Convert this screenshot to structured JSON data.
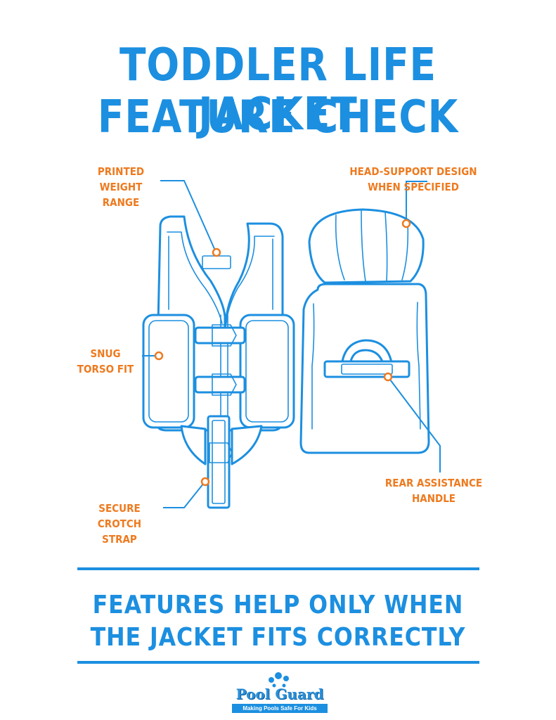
{
  "title": {
    "line1": "TODDLER LIFE JACKET",
    "line2": "FEATURE CHECK"
  },
  "callouts": {
    "weight_range": [
      "PRINTED",
      "WEIGHT RANGE"
    ],
    "head_support": [
      "HEAD-SUPPORT DESIGN",
      "WHEN SPECIFIED"
    ],
    "torso_fit": [
      "SNUG",
      "TORSO FIT"
    ],
    "crotch_strap": [
      "SECURE",
      "CROTCH STRAP"
    ],
    "rear_handle": [
      "REAR ASSISTANCE",
      "HANDLE"
    ]
  },
  "footer": {
    "line1": "FEATURES HELP ONLY WHEN",
    "line2": "THE JACKET FITS CORRECTLY"
  },
  "logo": {
    "name": "Pool Guard",
    "tagline": "Making Pools Safe For Kids"
  },
  "colors": {
    "primary_blue": "#1c8fe0",
    "accent_orange": "#ee7a1f",
    "background": "#ffffff"
  }
}
